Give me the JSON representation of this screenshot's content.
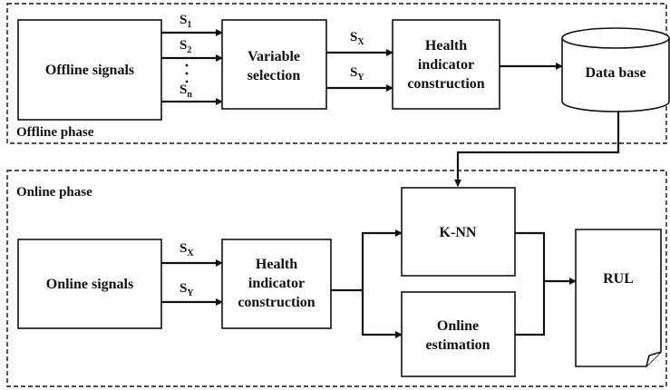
{
  "offline": {
    "phase_label": "Offline phase",
    "signals_box": "Offline signals",
    "signal_labels": [
      {
        "main": "S",
        "sub": "1"
      },
      {
        "main": "S",
        "sub": "2"
      },
      {
        "main": "S",
        "sub": "n"
      }
    ],
    "variable_selection": [
      "Variable",
      "selection"
    ],
    "selected_labels": [
      {
        "main": "S",
        "sub": "X"
      },
      {
        "main": "S",
        "sub": "Y"
      }
    ],
    "health_indicator": [
      "Health",
      "indicator",
      "construction"
    ],
    "database": "Data base"
  },
  "online": {
    "phase_label": "Online phase",
    "signals_box": "Online signals",
    "signal_labels": [
      {
        "main": "S",
        "sub": "X"
      },
      {
        "main": "S",
        "sub": "Y"
      }
    ],
    "health_indicator": [
      "Health",
      "indicator",
      "construction"
    ],
    "knn": "K-NN",
    "online_estimation": [
      "Online",
      "estimation"
    ],
    "rul": "RUL"
  }
}
